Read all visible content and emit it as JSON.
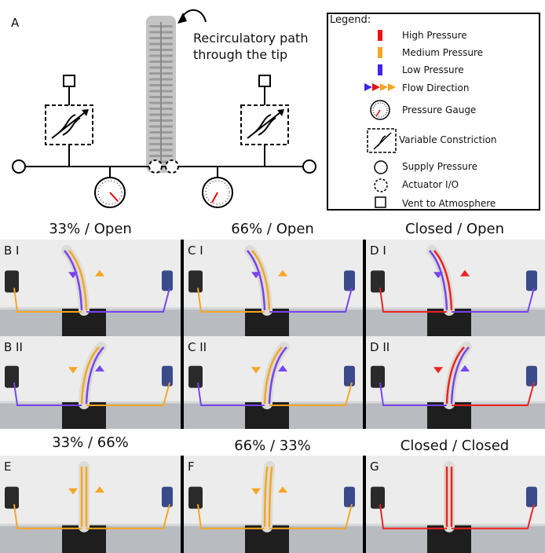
{
  "panel_a": {
    "letter": "A",
    "annotation_line1": "Recirculatory path",
    "annotation_line2": "through the tip"
  },
  "legend": {
    "title": "Legend:",
    "items": [
      {
        "label": "High Pressure",
        "color": "#ee1111"
      },
      {
        "label": "Medium Pressure",
        "color": "#f5a623"
      },
      {
        "label": "Low Pressure",
        "color": "#4422ee"
      },
      {
        "label": "Flow Direction"
      },
      {
        "label": "Pressure Gauge"
      },
      {
        "label": "Variable Constriction"
      },
      {
        "label": "Supply Pressure"
      },
      {
        "label": "Actuator I/O"
      },
      {
        "label": "Vent to Atmosphere"
      }
    ]
  },
  "columns_top": [
    "33% / Open",
    "66% / Open",
    "Closed / Open"
  ],
  "columns_bottom": [
    "33% / 66%",
    "66% / 33%",
    "Closed / Closed"
  ],
  "photos": {
    "B1": "B I",
    "C1": "C I",
    "D1": "D I",
    "B2": "B II",
    "C2": "C II",
    "D2": "D II",
    "E": "E",
    "F": "F",
    "G": "G"
  },
  "colors": {
    "high": "#ee2222",
    "medium": "#f5a623",
    "low": "#7744ee",
    "background": "#e6e6e6"
  }
}
